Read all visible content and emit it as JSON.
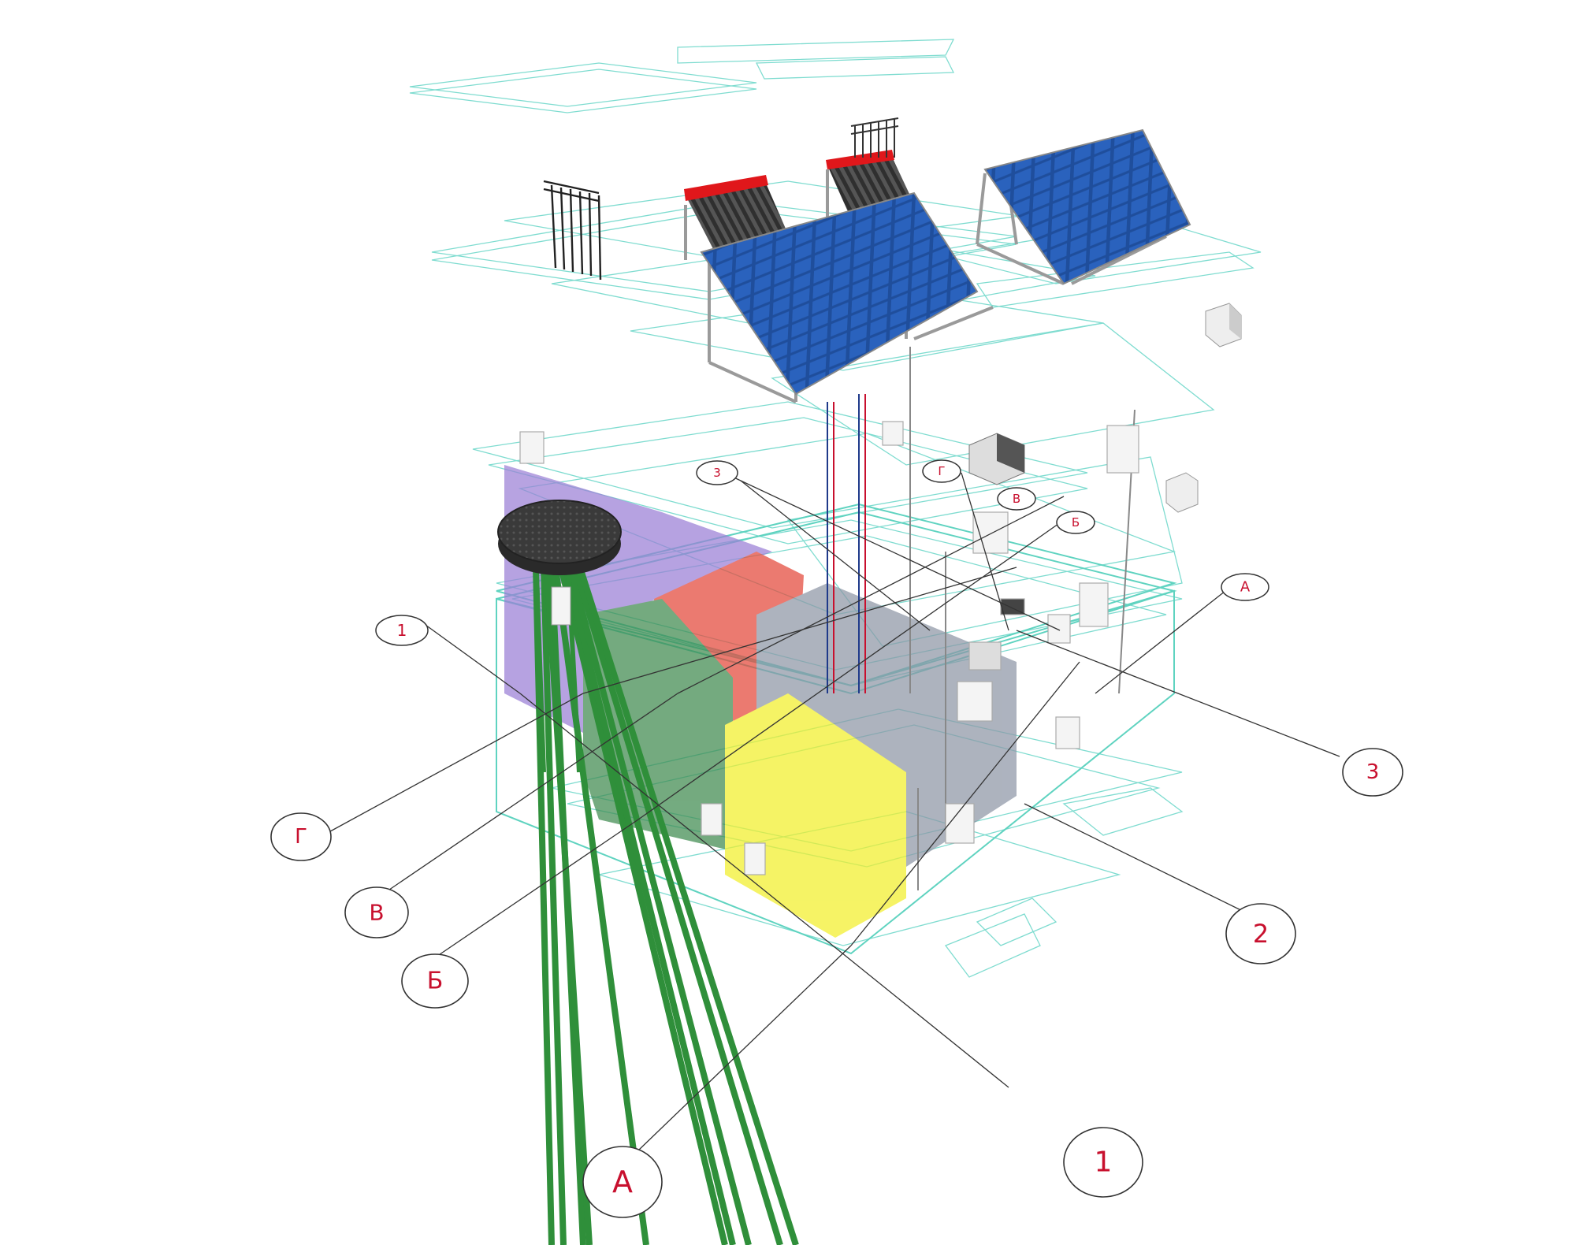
{
  "diagram": {
    "colors": {
      "wire": "#7fdcd0",
      "panel_blue": "#1f4e9c",
      "panel_cell": "#2a62bd",
      "collector_red": "#e0171b",
      "tube_dark": "#3c3c3c",
      "frame_gray": "#9a9a9a",
      "zone_purple": "#9b7fd6",
      "zone_red": "#e4473a",
      "zone_green": "#3f8a4f",
      "zone_gray": "#8e96a6",
      "zone_yellow": "#f2ef2a",
      "geo_pipe": "#2f8f3a",
      "leader": "#333333",
      "label_text": "#c8102e"
    },
    "axis_labels": [
      {
        "id": "axis-1-small",
        "text": "1"
      },
      {
        "id": "axis-3-small",
        "text": "3"
      },
      {
        "id": "axis-g-small",
        "text": "Г"
      },
      {
        "id": "axis-v-small",
        "text": "В"
      },
      {
        "id": "axis-b-small",
        "text": "Б"
      },
      {
        "id": "axis-a-small",
        "text": "А"
      },
      {
        "id": "axis-g",
        "text": "Г"
      },
      {
        "id": "axis-v",
        "text": "В"
      },
      {
        "id": "axis-b",
        "text": "Б"
      },
      {
        "id": "axis-a",
        "text": "А"
      },
      {
        "id": "axis-1",
        "text": "1"
      },
      {
        "id": "axis-2",
        "text": "2"
      },
      {
        "id": "axis-3",
        "text": "3"
      }
    ],
    "components": [
      "pv-panel-array-center",
      "pv-panel-array-right",
      "solar-collector-left",
      "solar-collector-right",
      "wall-radiator-rooftop",
      "heat-storage-tank",
      "geothermal-probe-bundle",
      "air-handling-unit",
      "heat-pump-unit",
      "radiators",
      "zone-volumes"
    ]
  }
}
